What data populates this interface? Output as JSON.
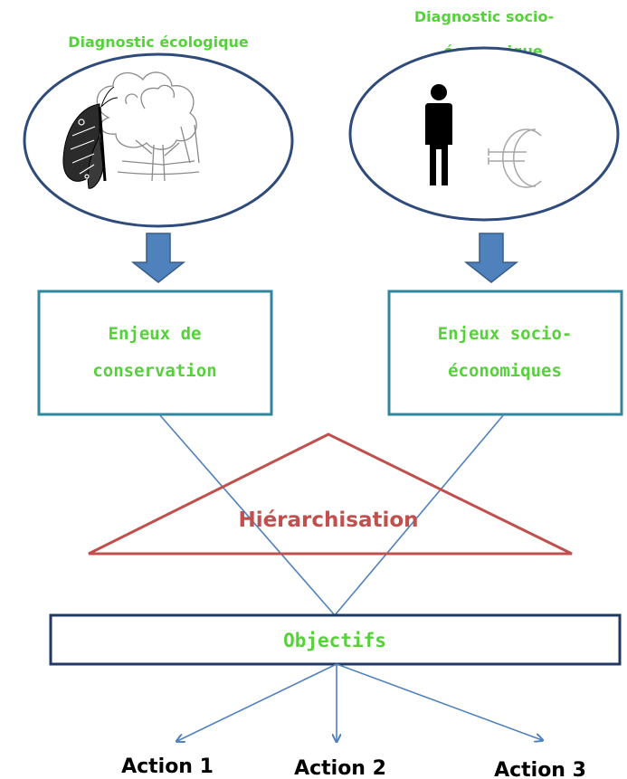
{
  "colors": {
    "green_text": "#55d23a",
    "ellipse_stroke": "#2f4b7c",
    "box_stroke": "#31859c",
    "arrow_fill": "#4f81bd",
    "line": "#4f81bd",
    "triangle": "#c0504d",
    "objectifs_stroke": "#1f3864"
  },
  "diagnostics": {
    "ecological": {
      "label": "Diagnostic écologique",
      "icons": [
        "butterfly-icon",
        "tree-icon"
      ]
    },
    "socio": {
      "label_line1": "Diagnostic socio-",
      "label_line2": "économique",
      "icons": [
        "person-icon",
        "euro-icon"
      ]
    }
  },
  "enjeux": {
    "conservation": {
      "line1": "Enjeux de",
      "line2": "conservation"
    },
    "socio": {
      "line1": "Enjeux socio-",
      "line2": "économiques"
    }
  },
  "hierarchisation": "Hiérarchisation",
  "objectifs": "Objectifs",
  "actions": [
    "Action 1",
    "Action 2",
    "Action 3"
  ]
}
